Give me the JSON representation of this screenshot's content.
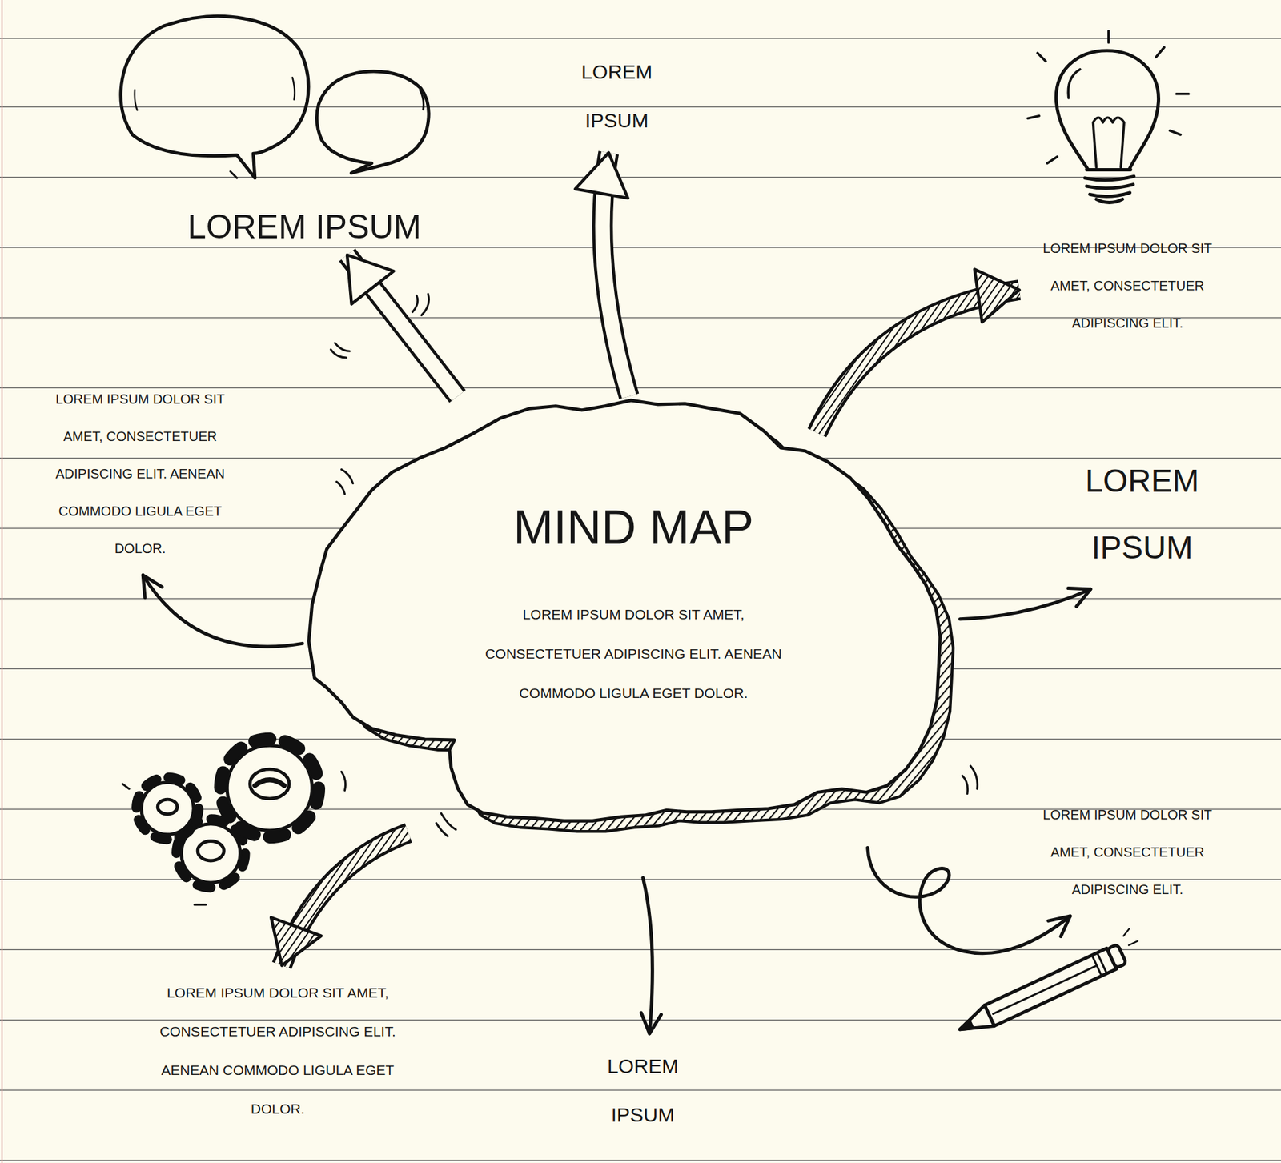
{
  "diagram": {
    "nodes": [
      {
        "text": [
          "MIND MAP",
          "LOREM IPSUM DOLOR SIT AMET, CONSECTETUER ADIPISCING ELIT. AENEAN COMMODO LIGULA EGET DOLOR."
        ]
      },
      {
        "text": [
          "LOREM IPSUM"
        ]
      },
      {
        "text": [
          "LOREM IPSUM"
        ]
      },
      {
        "text": [
          "LOREM IPSUM DOLOR SIT AMET, CONSECTETUER ADIPISCING ELIT."
        ]
      },
      {
        "text": [
          "LOREM IPSUM DOLOR SIT AMET, CONSECTETUER ADIPISCING ELIT. AENEAN COMMODO LIGULA EGET DOLOR."
        ]
      },
      {
        "text": [
          "LOREM IPSUM"
        ]
      },
      {
        "text": [
          "LOREM IPSUM DOLOR SIT AMET, CONSECTETUER ADIPISCING ELIT."
        ]
      },
      {
        "text": [
          "LOREM IPSUM DOLOR SIT AMET, CONSECTETUER ADIPISCING ELIT. AENEAN COMMODO LIGULA EGET DOLOR."
        ]
      },
      {
        "text": [
          "LOREM IPSUM"
        ]
      }
    ],
    "edges": [
      {
        "from": 0,
        "to": 1,
        "arrow": "to"
      },
      {
        "from": 0,
        "to": 2,
        "arrow": "to"
      },
      {
        "from": 0,
        "to": 3,
        "arrow": "to"
      },
      {
        "from": 0,
        "to": 4,
        "arrow": "to"
      },
      {
        "from": 0,
        "to": 5,
        "arrow": "to"
      },
      {
        "from": 0,
        "to": 6,
        "arrow": "to"
      },
      {
        "from": 0,
        "to": 7,
        "arrow": "to"
      },
      {
        "from": 0,
        "to": 8,
        "arrow": "to"
      }
    ]
  }
}
